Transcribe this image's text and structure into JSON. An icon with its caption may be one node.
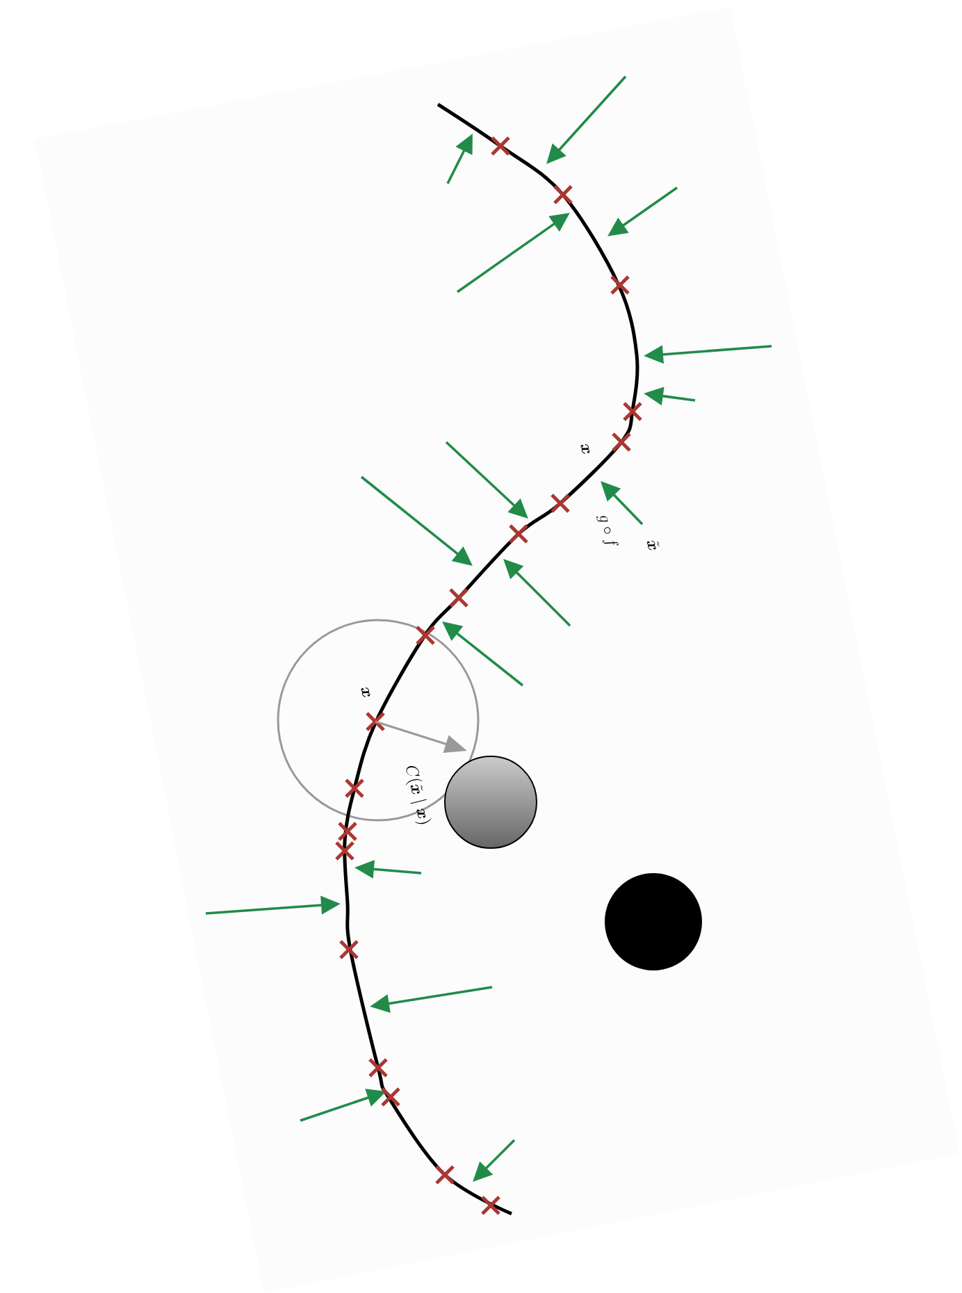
{
  "diagram": {
    "labels": [
      "\\boldsymbol{x}",
      "\\boldsymbol{x}",
      "g \\circ f",
      "\\tilde{\\boldsymbol{x}}",
      "C(\\tilde{\\boldsymbol{x}} \\mid \\boldsymbol{x})"
    ]
  }
}
